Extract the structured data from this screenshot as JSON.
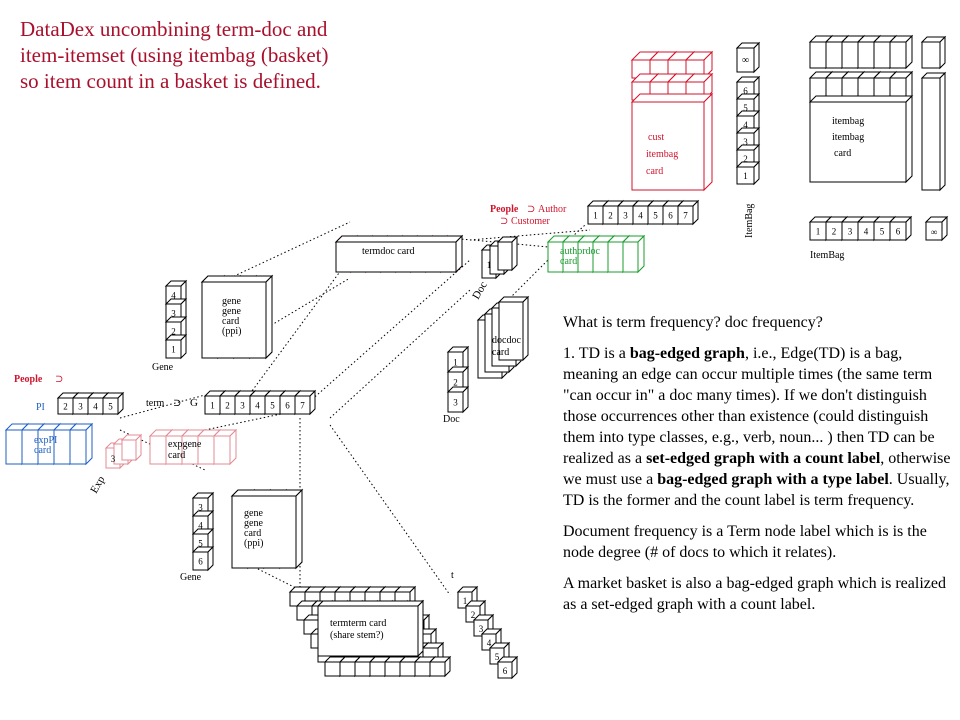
{
  "title_lines": [
    "DataDex uncombining term-doc and",
    "item-itemset (using itembag (basket)",
    "so item count in a basket is defined."
  ],
  "colors": {
    "title": "#a8102c",
    "red": "#d0142c",
    "green": "#189c2c",
    "blue": "#1f5fc0",
    "pink": "#e08c94",
    "line": "#000000"
  },
  "labels": {
    "people_author": "People",
    "author": "Author",
    "customer": "Customer",
    "people_left": "People",
    "pi": "PI",
    "term_g": "term",
    "g": "G",
    "exp": "Exp",
    "doc_rot": "Doc",
    "doc_below": "Doc",
    "gene_upper": "Gene",
    "gene_lower": "Gene",
    "itembag_rot": "ItemBag",
    "itembag_bottom": "ItemBag",
    "t": "t",
    "infinity": "∞",
    "superset_sym": "⊃"
  },
  "cards": {
    "termdoc": "termdoc card",
    "authordoc": [
      "authordoc",
      "card"
    ],
    "cust_itembag": [
      "cust",
      "itembag",
      "card"
    ],
    "itembag_itembag": [
      "itembag",
      "itembag",
      "card"
    ],
    "docdoc": [
      "docdoc",
      "card"
    ],
    "genegene_upper": [
      "gene",
      "gene",
      "card",
      "(ppi)"
    ],
    "genegene_lower": [
      "gene",
      "gene",
      "card",
      "(ppi)"
    ],
    "exppi": [
      "expPI",
      "card"
    ],
    "expgene": [
      "expgene",
      "card"
    ],
    "termterm": [
      "termterm card",
      "(share stem?)"
    ]
  },
  "axes": {
    "people_top": [
      "1",
      "2",
      "3",
      "4",
      "5",
      "6",
      "7"
    ],
    "itembag_vertical": [
      "1",
      "2",
      "3",
      "4",
      "5",
      "6"
    ],
    "itembag_horizontal": [
      "1",
      "2",
      "3",
      "4",
      "5",
      "6"
    ],
    "gene_upper": [
      "4",
      "3",
      "2",
      "1"
    ],
    "gene_lower": [
      "3",
      "4",
      "5",
      "6"
    ],
    "term_g": [
      "1",
      "2",
      "3",
      "4",
      "5",
      "6",
      "7"
    ],
    "pi": [
      "2",
      "3",
      "4",
      "5"
    ],
    "doc_top": [
      "1"
    ],
    "doc_lower": [
      "1",
      "2",
      "3"
    ],
    "exp": [
      "3"
    ],
    "t": [
      "1",
      "2",
      "3",
      "4",
      "5",
      "6"
    ]
  },
  "explanation": {
    "p1": "What is term frequency? doc frequency?",
    "p2_segments": [
      {
        "text": "1. TD is a ",
        "bold": false
      },
      {
        "text": "bag-edged graph",
        "bold": true
      },
      {
        "text": ", i.e., Edge(TD) is a bag, meaning an edge can occur multiple times (the same term \"can occur in\" a doc many times).  If we don't distinguish those occurrences other than existence (could distinguish them into type classes, e.g., verb, noun... ) then TD can be realized as a ",
        "bold": false
      },
      {
        "text": "set-edged graph with a count label",
        "bold": true
      },
      {
        "text": ", otherwise we must use a ",
        "bold": false
      },
      {
        "text": "bag-edged graph with a type label",
        "bold": true
      },
      {
        "text": ". Usually, TD is the former and the count label is term frequency.",
        "bold": false
      }
    ],
    "p3": "Document frequency is a Term node label which is is the node degree (# of docs to which it relates).",
    "p4": "A market basket is also a bag-edged graph which is realized as a set-edged graph with a count label."
  }
}
